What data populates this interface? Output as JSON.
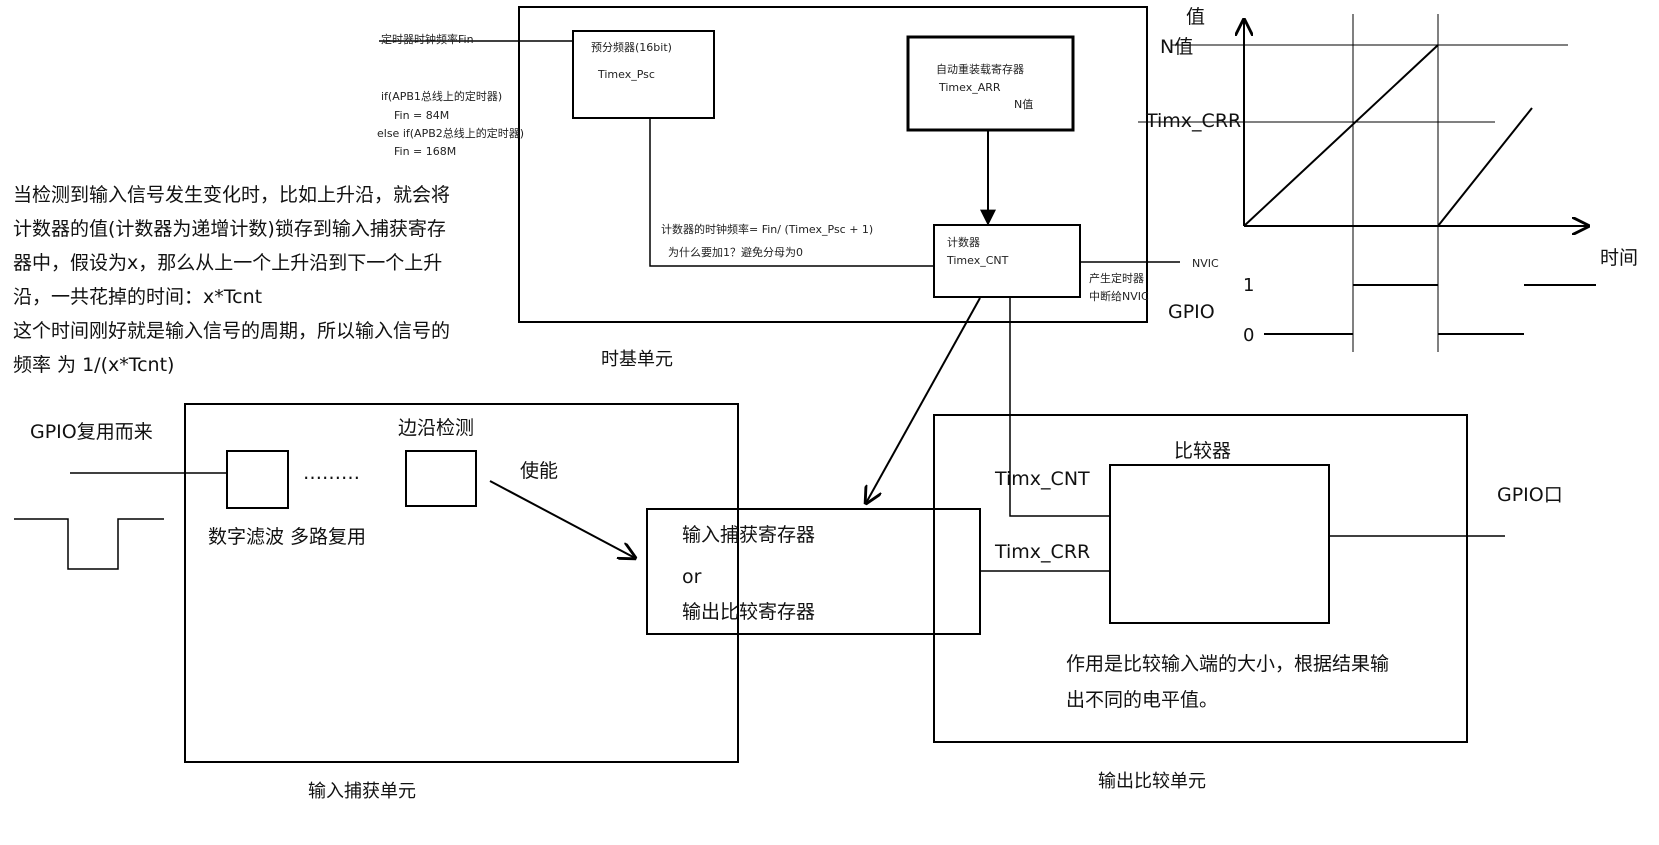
{
  "time_base": {
    "fin_label": "定时器时钟频率Fin",
    "prescaler_title": "预分频器(16bit)",
    "prescaler_reg": "Timex_Psc",
    "apb1_line": "if(APB1总线上的定时器)",
    "apb1_fin": "Fin = 84M",
    "apb2_line": "else if(APB2总线上的定时器)",
    "apb2_fin": "Fin = 168M",
    "arr_title": "自动重装载寄存器",
    "arr_reg": "Timex_ARR",
    "arr_value": "N值",
    "counter_formula": "计数器的时钟频率= Fin/ (Timex_Psc + 1)",
    "counter_why": "为什么要加1？避免分母为0",
    "counter_title": "计数器",
    "counter_reg": "Timex_CNT",
    "interrupt_line1": "产生定时器",
    "interrupt_line2": "中断给NVIC",
    "nvic": "NVIC",
    "unit_label": "时基单元"
  },
  "explanation": [
    "当检测到输入信号发生变化时，比如上升沿，就会将",
    "计数器的值(计数器为递增计数)锁存到输入捕获寄存",
    "器中，假设为x，那么从上一个上升沿到下一个上升",
    "沿，一共花掉的时间：x*Tcnt",
    "这个时间刚好就是输入信号的周期，所以输入信号的",
    "频率 为 1/(x*Tcnt)"
  ],
  "input_capture": {
    "gpio_in": "GPIO复用而来",
    "dots": "………",
    "edge_detect": "边沿检测",
    "enable": "使能",
    "filter_mux": "数字滤波 多路复用",
    "unit_label": "输入捕获单元"
  },
  "register": {
    "line1": "输入捕获寄存器",
    "line2": "or",
    "line3": "输出比较寄存器"
  },
  "output_compare": {
    "cnt": "Timx_CNT",
    "crr": "Timx_CRR",
    "comparator": "比较器",
    "gpio_out": "GPIO口",
    "desc_line1": "作用是比较输入端的大小，根据结果输",
    "desc_line2": "出不同的电平值。",
    "unit_label": "输出比较单元"
  },
  "graph": {
    "y_label": "值",
    "n_value": "N值",
    "crr": "Timx_CRR",
    "time": "时间",
    "gpio": "GPIO",
    "one": "1",
    "zero": "0"
  }
}
